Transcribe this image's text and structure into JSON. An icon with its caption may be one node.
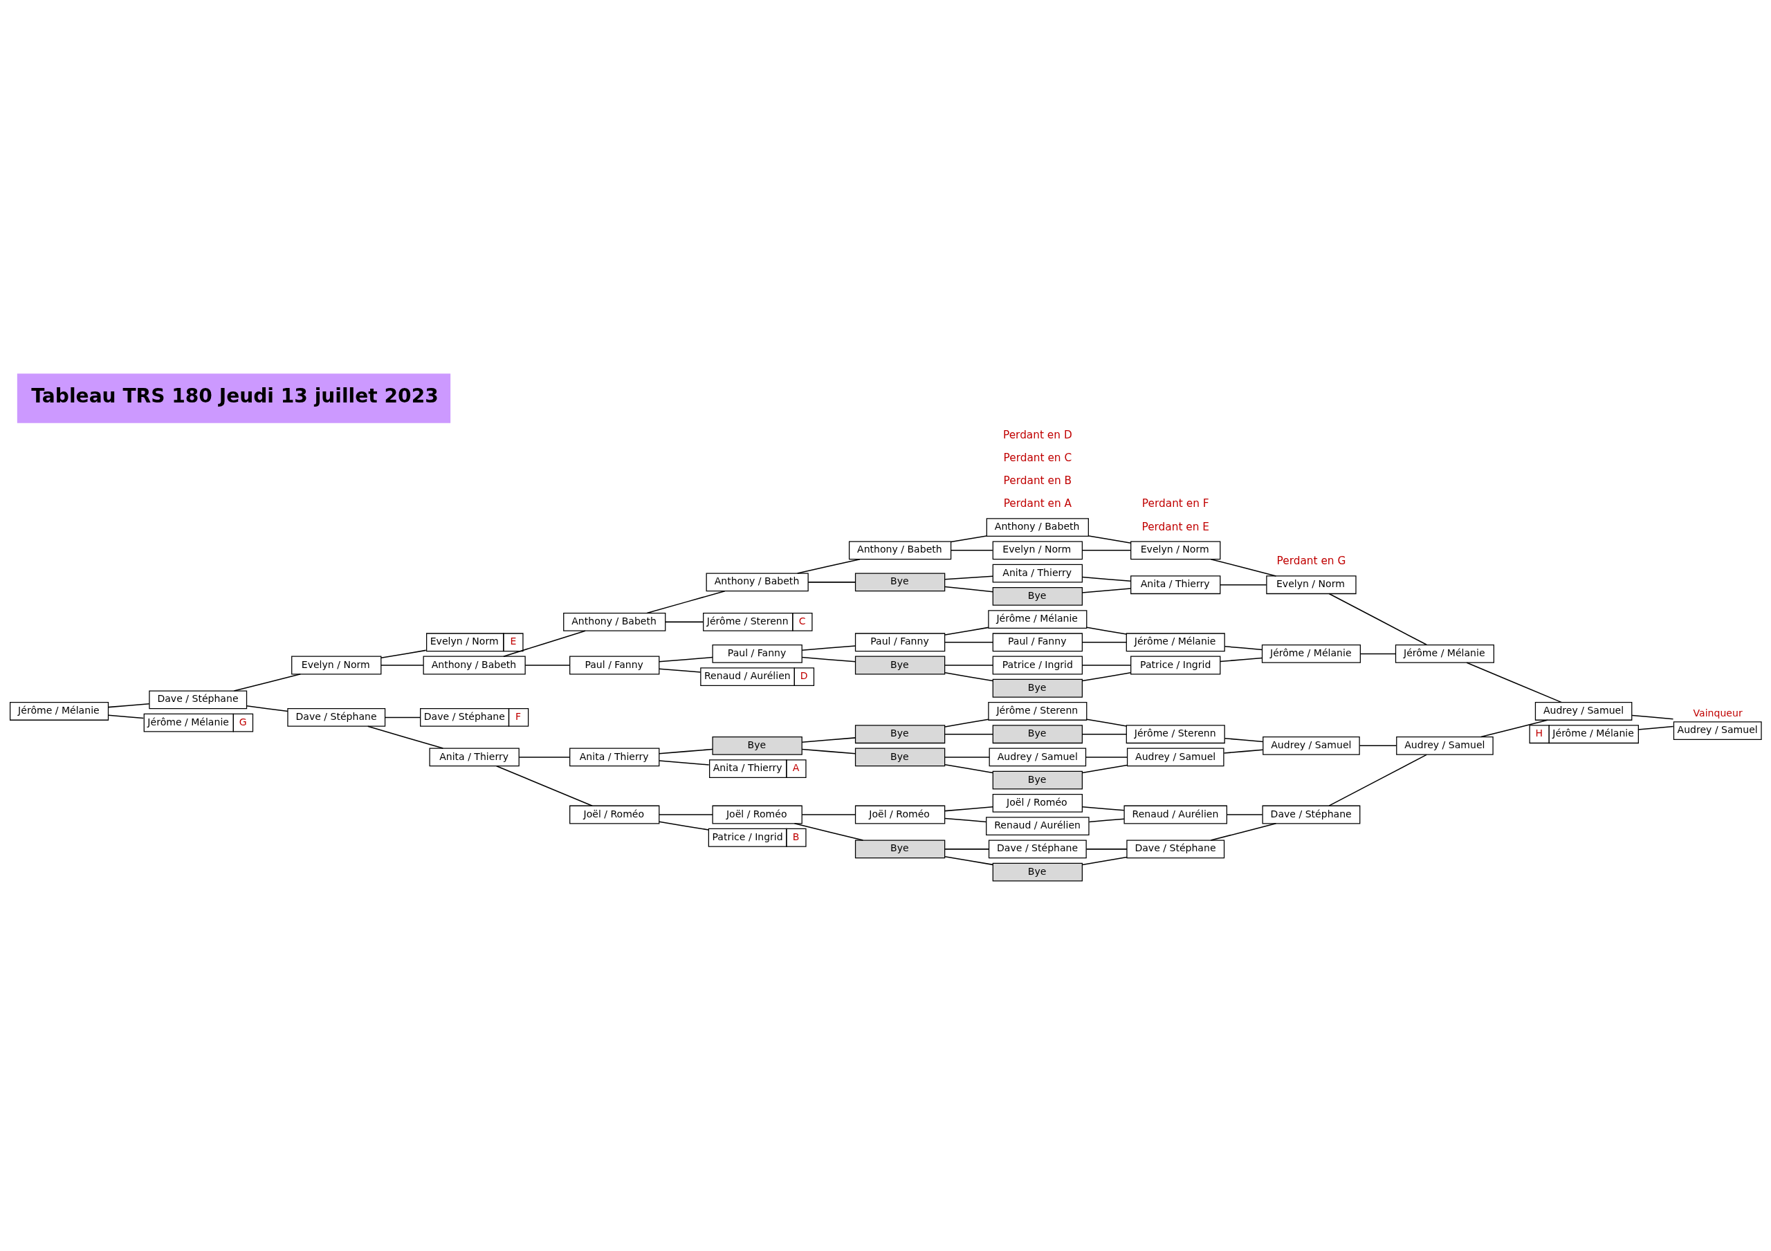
{
  "diagram": {
    "title": "Tableau TRS 180 Jeudi 13 juillet 2023",
    "nodes": [
      {
        "text": [
          "Jérôme / Mélanie"
        ]
      },
      {
        "text": [
          "Dave / Stéphane"
        ]
      },
      {
        "text": [
          "Jérôme / Mélanie",
          "G"
        ]
      },
      {
        "text": [
          "Evelyn / Norm"
        ]
      },
      {
        "text": [
          "Dave / Stéphane"
        ]
      },
      {
        "text": [
          "Evelyn / Norm",
          "E"
        ]
      },
      {
        "text": [
          "Anthony / Babeth"
        ]
      },
      {
        "text": [
          "Dave / Stéphane",
          "F"
        ]
      },
      {
        "text": [
          "Anita / Thierry"
        ]
      },
      {
        "text": [
          "Anthony / Babeth"
        ]
      },
      {
        "text": [
          "Paul / Fanny"
        ]
      },
      {
        "text": [
          "Anita / Thierry"
        ]
      },
      {
        "text": [
          "Joël / Roméo"
        ]
      },
      {
        "text": [
          "Anthony / Babeth"
        ]
      },
      {
        "text": [
          "Jérôme / Sterenn",
          "C"
        ]
      },
      {
        "text": [
          "Paul / Fanny"
        ]
      },
      {
        "text": [
          "Renaud / Aurélien",
          "D"
        ]
      },
      {
        "text": [
          "Bye"
        ]
      },
      {
        "text": [
          "Anita / Thierry",
          "A"
        ]
      },
      {
        "text": [
          "Joël / Roméo"
        ]
      },
      {
        "text": [
          "Patrice / Ingrid",
          "B"
        ]
      },
      {
        "text": [
          "Anthony / Babeth"
        ]
      },
      {
        "text": [
          "Bye"
        ]
      },
      {
        "text": [
          "Paul / Fanny"
        ]
      },
      {
        "text": [
          "Bye"
        ]
      },
      {
        "text": [
          "Bye"
        ]
      },
      {
        "text": [
          "Bye"
        ]
      },
      {
        "text": [
          "Joël / Roméo"
        ]
      },
      {
        "text": [
          "Bye"
        ]
      },
      {
        "text": [
          "Anthony / Babeth"
        ]
      },
      {
        "text": [
          "Evelyn / Norm"
        ]
      },
      {
        "text": [
          "Anita / Thierry"
        ]
      },
      {
        "text": [
          "Bye"
        ]
      },
      {
        "text": [
          "Jérôme / Mélanie"
        ]
      },
      {
        "text": [
          "Paul / Fanny"
        ]
      },
      {
        "text": [
          "Patrice / Ingrid"
        ]
      },
      {
        "text": [
          "Bye"
        ]
      },
      {
        "text": [
          "Jérôme / Sterenn"
        ]
      },
      {
        "text": [
          "Bye"
        ]
      },
      {
        "text": [
          "Audrey / Samuel"
        ]
      },
      {
        "text": [
          "Bye"
        ]
      },
      {
        "text": [
          "Joël / Roméo"
        ]
      },
      {
        "text": [
          "Renaud / Aurélien"
        ]
      },
      {
        "text": [
          "Dave / Stéphane"
        ]
      },
      {
        "text": [
          "Bye"
        ]
      },
      {
        "text": [
          "Evelyn / Norm"
        ]
      },
      {
        "text": [
          "Anita / Thierry"
        ]
      },
      {
        "text": [
          "Jérôme / Mélanie"
        ]
      },
      {
        "text": [
          "Patrice / Ingrid"
        ]
      },
      {
        "text": [
          "Jérôme / Sterenn"
        ]
      },
      {
        "text": [
          "Audrey / Samuel"
        ]
      },
      {
        "text": [
          "Renaud / Aurélien"
        ]
      },
      {
        "text": [
          "Dave / Stéphane"
        ]
      },
      {
        "text": [
          "Evelyn / Norm"
        ]
      },
      {
        "text": [
          "Jérôme / Mélanie"
        ]
      },
      {
        "text": [
          "Audrey / Samuel"
        ]
      },
      {
        "text": [
          "Dave / Stéphane"
        ]
      },
      {
        "text": [
          "Jérôme / Mélanie"
        ]
      },
      {
        "text": [
          "Audrey / Samuel"
        ]
      },
      {
        "text": [
          "H",
          "Jérôme / Mélanie"
        ]
      },
      {
        "text": [
          "Audrey / Samuel"
        ]
      },
      {
        "text": [
          "Vainqueur",
          "Audrey / Samuel"
        ]
      }
    ],
    "edges": [
      {
        "from": 0,
        "to": 1,
        "arrow": "none"
      },
      {
        "from": 0,
        "to": 2,
        "arrow": "none"
      },
      {
        "from": 1,
        "to": 3,
        "arrow": "none"
      },
      {
        "from": 1,
        "to": 4,
        "arrow": "none"
      },
      {
        "from": 3,
        "to": 5,
        "arrow": "none"
      },
      {
        "from": 3,
        "to": 6,
        "arrow": "none"
      },
      {
        "from": 4,
        "to": 7,
        "arrow": "none"
      },
      {
        "from": 4,
        "to": 8,
        "arrow": "none"
      },
      {
        "from": 6,
        "to": 9,
        "arrow": "none"
      },
      {
        "from": 6,
        "to": 10,
        "arrow": "none"
      },
      {
        "from": 8,
        "to": 11,
        "arrow": "none"
      },
      {
        "from": 8,
        "to": 12,
        "arrow": "none"
      },
      {
        "from": 9,
        "to": 13,
        "arrow": "none"
      },
      {
        "from": 9,
        "to": 14,
        "arrow": "none"
      },
      {
        "from": 10,
        "to": 15,
        "arrow": "none"
      },
      {
        "from": 10,
        "to": 16,
        "arrow": "none"
      },
      {
        "from": 11,
        "to": 17,
        "arrow": "none"
      },
      {
        "from": 11,
        "to": 18,
        "arrow": "none"
      },
      {
        "from": 12,
        "to": 19,
        "arrow": "none"
      },
      {
        "from": 12,
        "to": 20,
        "arrow": "none"
      },
      {
        "from": 13,
        "to": 21,
        "arrow": "none"
      },
      {
        "from": 13,
        "to": 22,
        "arrow": "none"
      },
      {
        "from": 15,
        "to": 23,
        "arrow": "none"
      },
      {
        "from": 15,
        "to": 24,
        "arrow": "none"
      },
      {
        "from": 17,
        "to": 25,
        "arrow": "none"
      },
      {
        "from": 17,
        "to": 26,
        "arrow": "none"
      },
      {
        "from": 19,
        "to": 27,
        "arrow": "none"
      },
      {
        "from": 19,
        "to": 28,
        "arrow": "none"
      },
      {
        "from": 21,
        "to": 29,
        "arrow": "none"
      },
      {
        "from": 21,
        "to": 30,
        "arrow": "none"
      },
      {
        "from": 22,
        "to": 31,
        "arrow": "none"
      },
      {
        "from": 22,
        "to": 32,
        "arrow": "none"
      },
      {
        "from": 23,
        "to": 33,
        "arrow": "none"
      },
      {
        "from": 23,
        "to": 34,
        "arrow": "none"
      },
      {
        "from": 24,
        "to": 35,
        "arrow": "none"
      },
      {
        "from": 24,
        "to": 36,
        "arrow": "none"
      },
      {
        "from": 25,
        "to": 37,
        "arrow": "none"
      },
      {
        "from": 25,
        "to": 38,
        "arrow": "none"
      },
      {
        "from": 26,
        "to": 39,
        "arrow": "none"
      },
      {
        "from": 26,
        "to": 40,
        "arrow": "none"
      },
      {
        "from": 27,
        "to": 41,
        "arrow": "none"
      },
      {
        "from": 27,
        "to": 42,
        "arrow": "none"
      },
      {
        "from": 28,
        "to": 43,
        "arrow": "none"
      },
      {
        "from": 28,
        "to": 44,
        "arrow": "none"
      },
      {
        "from": 29,
        "to": 45,
        "arrow": "none"
      },
      {
        "from": 30,
        "to": 45,
        "arrow": "none"
      },
      {
        "from": 31,
        "to": 46,
        "arrow": "none"
      },
      {
        "from": 32,
        "to": 46,
        "arrow": "none"
      },
      {
        "from": 33,
        "to": 47,
        "arrow": "none"
      },
      {
        "from": 34,
        "to": 47,
        "arrow": "none"
      },
      {
        "from": 35,
        "to": 48,
        "arrow": "none"
      },
      {
        "from": 36,
        "to": 48,
        "arrow": "none"
      },
      {
        "from": 37,
        "to": 49,
        "arrow": "none"
      },
      {
        "from": 38,
        "to": 49,
        "arrow": "none"
      },
      {
        "from": 39,
        "to": 50,
        "arrow": "none"
      },
      {
        "from": 40,
        "to": 50,
        "arrow": "none"
      },
      {
        "from": 41,
        "to": 51,
        "arrow": "none"
      },
      {
        "from": 42,
        "to": 51,
        "arrow": "none"
      },
      {
        "from": 43,
        "to": 52,
        "arrow": "none"
      },
      {
        "from": 44,
        "to": 52,
        "arrow": "none"
      },
      {
        "from": 45,
        "to": 53,
        "arrow": "none"
      },
      {
        "from": 46,
        "to": 53,
        "arrow": "none"
      },
      {
        "from": 47,
        "to": 54,
        "arrow": "none"
      },
      {
        "from": 48,
        "to": 54,
        "arrow": "none"
      },
      {
        "from": 49,
        "to": 55,
        "arrow": "none"
      },
      {
        "from": 50,
        "to": 55,
        "arrow": "none"
      },
      {
        "from": 51,
        "to": 56,
        "arrow": "none"
      },
      {
        "from": 52,
        "to": 56,
        "arrow": "none"
      },
      {
        "from": 53,
        "to": 57,
        "arrow": "none"
      },
      {
        "from": 54,
        "to": 57,
        "arrow": "none"
      },
      {
        "from": 55,
        "to": 58,
        "arrow": "none"
      },
      {
        "from": 56,
        "to": 58,
        "arrow": "none"
      },
      {
        "from": 57,
        "to": 60,
        "arrow": "none"
      },
      {
        "from": 58,
        "to": 60,
        "arrow": "none"
      },
      {
        "from": 59,
        "to": 61,
        "arrow": "none"
      },
      {
        "from": 60,
        "to": 61,
        "arrow": "none"
      }
    ],
    "labels": [
      "Perdant en A",
      "Perdant en E",
      "Perdant en B",
      "Perdant en G",
      "Perdant en C",
      "Perdant en F",
      "Perdant en D"
    ]
  }
}
